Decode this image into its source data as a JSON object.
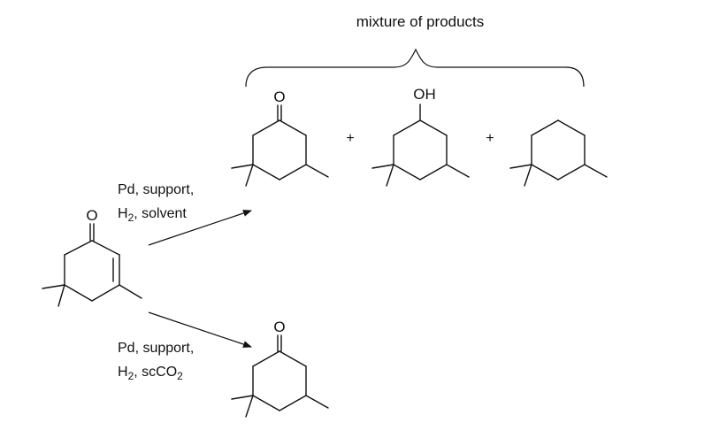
{
  "title": "mixture of products",
  "plus_sign": "+",
  "atoms": {
    "carbonyl_o": "O",
    "hydroxyl": "OH"
  },
  "conditions": {
    "top": {
      "line1": "Pd, support,",
      "line2_h": "H",
      "line2_sub": "2",
      "line2_rest": ", solvent"
    },
    "bottom": {
      "line1": "Pd, support,",
      "line2_h": "H",
      "line2_sub": "2",
      "line2_mid": ", scCO",
      "line2_sub2": "2"
    }
  },
  "molecules": [
    {
      "id": "isophorone",
      "role": "starting-material"
    },
    {
      "id": "trimethylcyclohexanone",
      "role": "product"
    },
    {
      "id": "trimethylcyclohexanol",
      "role": "product"
    },
    {
      "id": "trimethylcyclohexane",
      "role": "product"
    },
    {
      "id": "trimethylcyclohexanone",
      "role": "selective-product"
    }
  ]
}
